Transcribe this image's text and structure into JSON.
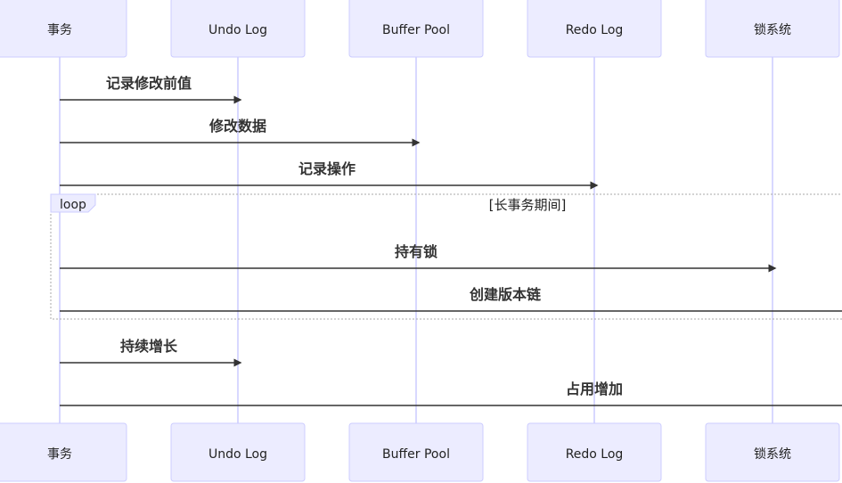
{
  "participants": [
    {
      "id": "tx",
      "label": "事务"
    },
    {
      "id": "undo",
      "label": "Undo Log"
    },
    {
      "id": "buffer",
      "label": "Buffer Pool"
    },
    {
      "id": "redo",
      "label": "Redo Log"
    },
    {
      "id": "lock",
      "label": "锁系统"
    }
  ],
  "messages": [
    {
      "from": "tx",
      "to": "undo",
      "label": "记录修改前值"
    },
    {
      "from": "tx",
      "to": "buffer",
      "label": "修改数据"
    },
    {
      "from": "tx",
      "to": "redo",
      "label": "记录操作"
    },
    {
      "from": "tx",
      "to": "lock",
      "label": "持有锁"
    },
    {
      "from": "tx",
      "to": "edge",
      "label": "创建版本链"
    },
    {
      "from": "tx",
      "to": "undo",
      "label": "持续增长"
    },
    {
      "from": "tx",
      "to": "edge",
      "label": "占用增加"
    }
  ],
  "loop": {
    "label": "loop",
    "condition": "[长事务期间]"
  }
}
